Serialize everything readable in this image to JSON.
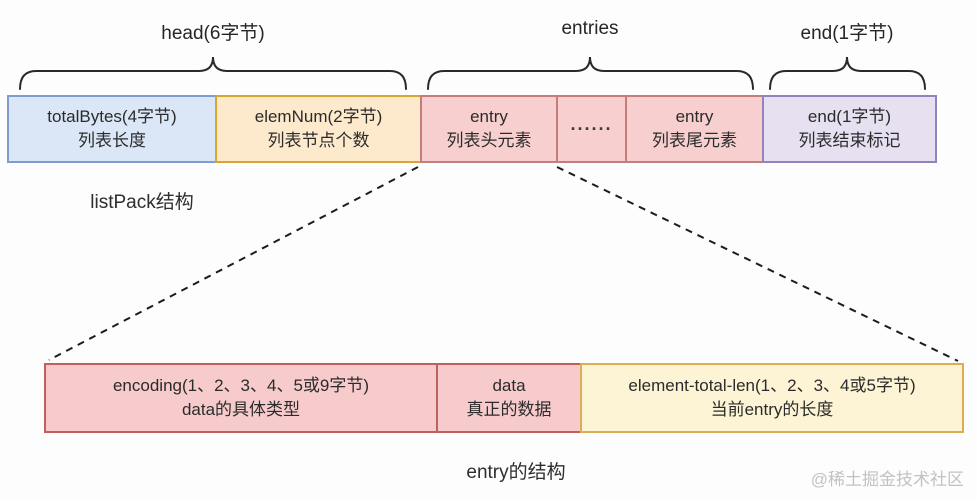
{
  "braces": {
    "head": {
      "label": "head(6字节)"
    },
    "entries": {
      "label": "entries"
    },
    "end": {
      "label": "end(1字节)"
    }
  },
  "listpack_row": {
    "caption": "listPack结构",
    "cells": [
      {
        "line1": "totalBytes(4字节)",
        "line2": "列表长度"
      },
      {
        "line1": "elemNum(2字节)",
        "line2": "列表节点个数"
      },
      {
        "line1": "entry",
        "line2": "列表头元素"
      },
      {
        "line1": "······",
        "line2": ""
      },
      {
        "line1": "entry",
        "line2": "列表尾元素"
      },
      {
        "line1": "end(1字节)",
        "line2": "列表结束标记"
      }
    ]
  },
  "entry_row": {
    "caption": "entry的结构",
    "cells": [
      {
        "line1": "encoding(1、2、3、4、5或9字节)",
        "line2": "data的具体类型"
      },
      {
        "line1": "data",
        "line2": "真正的数据"
      },
      {
        "line1": "element-total-len(1、2、3、4或5字节)",
        "line2": "当前entry的长度"
      }
    ]
  },
  "watermark": "@稀土掘金技术社区",
  "colors": {
    "blue_fill": "#dbe6f7",
    "blue_border": "#7e9cd4",
    "orange_fill": "#fde9cc",
    "orange_border": "#d8a531",
    "pink_fill": "#f8cfcf",
    "pink_border": "#c47c7c",
    "purple_fill": "#e6e0f1",
    "purple_border": "#9283bf",
    "entry_pink_fill": "#f7cbcb",
    "entry_pink_border": "#bf5f5f",
    "yellow_fill": "#fdf4d5",
    "yellow_border": "#dcae52",
    "text": "#2b2b2b",
    "watermark_text": "#c2c2c2"
  }
}
